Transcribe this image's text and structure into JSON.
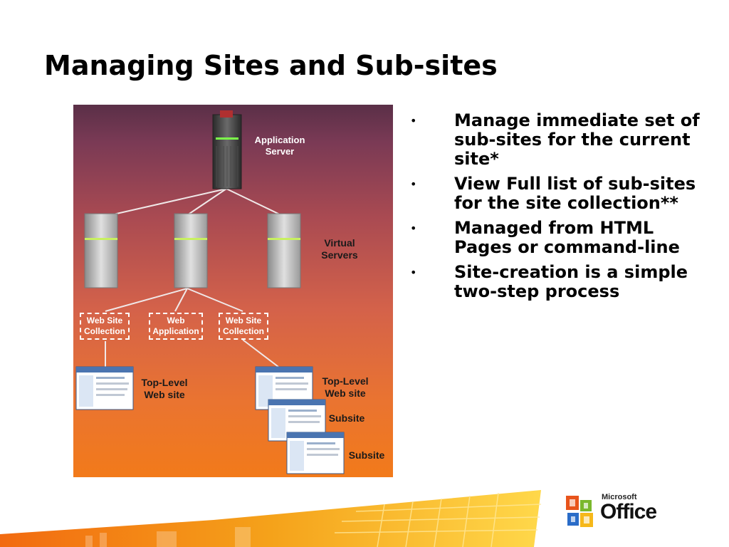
{
  "slide": {
    "title": "Managing Sites and Sub-sites",
    "bullets": [
      "Manage immediate set of sub-sites for the current site*",
      "View Full list of sub-sites for the site collection**",
      "Managed from HTML Pages or command-line",
      "Site-creation is a simple two-step process"
    ],
    "bullet_glyph": "•"
  },
  "diagram": {
    "app_server_label": "Application Server",
    "virtual_servers_label": "Virtual Servers",
    "boxes": [
      "Web Site Collection",
      "Web Application",
      "Web Site Collection"
    ],
    "left_site_label": "Top-Level Web site",
    "right_site_label": "Top-Level Web site",
    "subsite_labels": [
      "Subsite",
      "Subsite"
    ]
  },
  "logo": {
    "brand": "Microsoft",
    "product": "Office"
  },
  "colors": {
    "footer_orange": "#f39a1c",
    "footer_yellow": "#ffd23a",
    "diagram_top": "#5a2f47",
    "diagram_bottom": "#f27a1a"
  }
}
